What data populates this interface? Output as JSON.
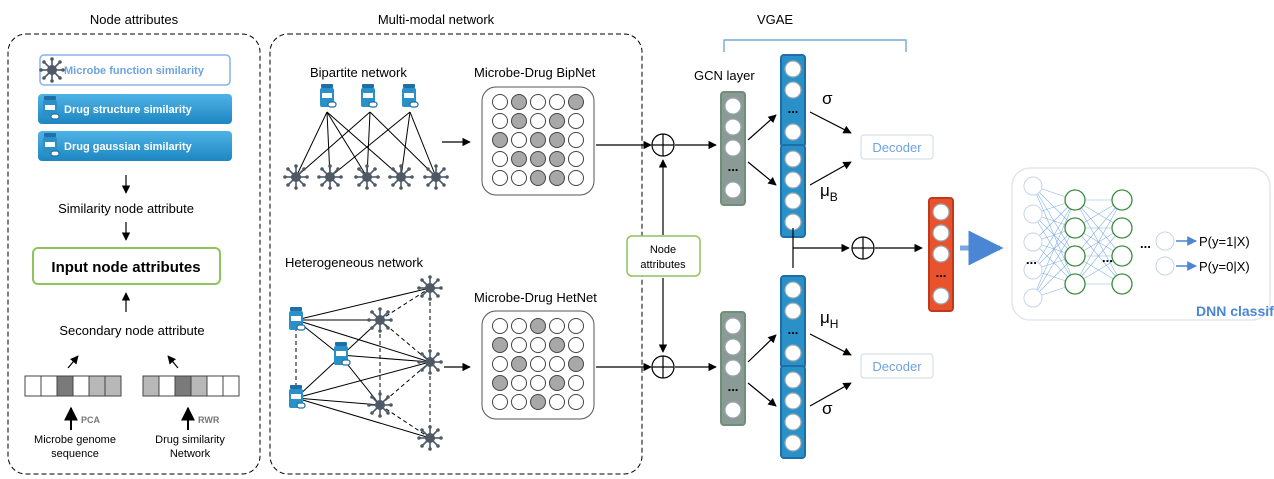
{
  "sections": {
    "node_attributes": "Node attributes",
    "multimodal": "Multi-modal network",
    "vgae": "VGAE"
  },
  "attributes": {
    "microbe_function": "Microbe function similarity",
    "drug_structure": "Drug structure similarity",
    "drug_gaussian": "Drug gaussian similarity",
    "similarity_node": "Similarity node attribute",
    "input_node": "Input node attributes",
    "secondary_node": "Secondary node attribute",
    "pca": "PCA",
    "rwr": "RWR",
    "microbe_genome_1": "Microbe genome",
    "microbe_genome_2": "sequence",
    "drug_sim_net_1": "Drug similarity",
    "drug_sim_net_2": "Network"
  },
  "network": {
    "bipartite": "Bipartite network",
    "bipnet": "Microbe-Drug BipNet",
    "heterogeneous": "Heterogeneous  network",
    "hetnet": "Microbe-Drug HetNet",
    "node_attr_1": "Node",
    "node_attr_2": "attributes"
  },
  "vgae": {
    "gcn_layer": "GCN layer",
    "sigma": "σ",
    "mu": "μ",
    "mu_b_sub": "B",
    "mu_h_sub": "H",
    "decoder": "Decoder",
    "ellipsis": "..."
  },
  "classifier": {
    "title": "DNN classifier",
    "p1": "P(y=1|X)",
    "p0": "P(y=0|X)"
  },
  "colors": {
    "accent_blue": "#2a90c8",
    "node_green_border": "#8fbc5c",
    "red_vector": "#e8532e",
    "dnn_blue": "#4a86d4",
    "matrix_gray": "#a8a8a8"
  }
}
